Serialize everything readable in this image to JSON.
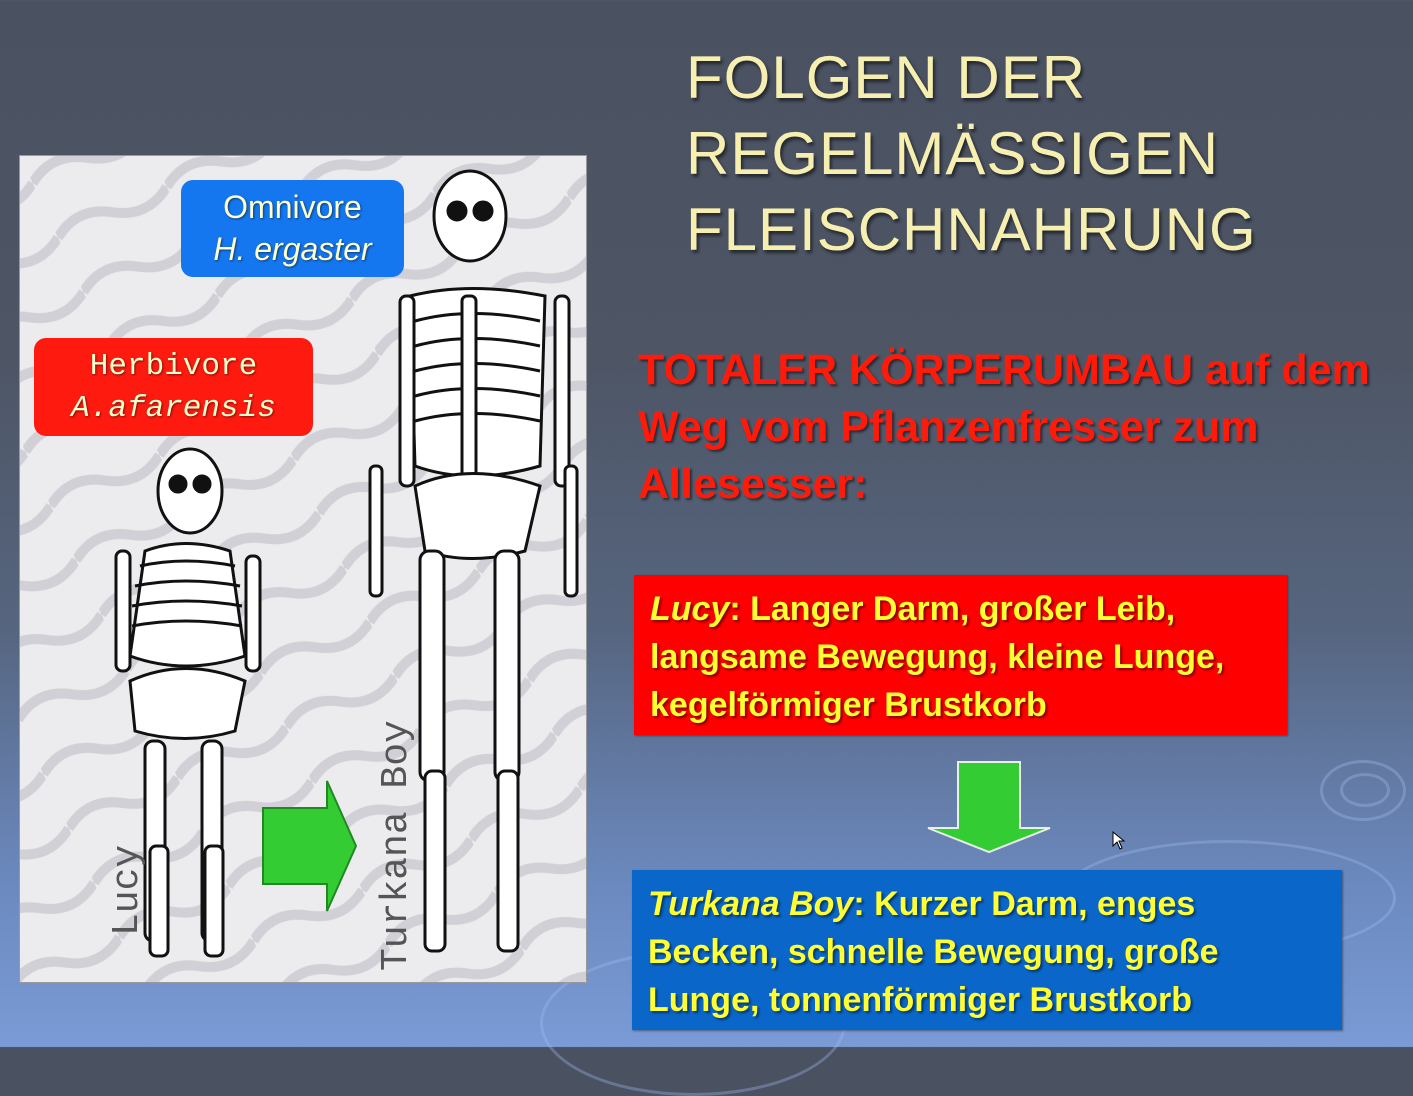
{
  "title": {
    "line1": "FOLGEN DER",
    "line2": "REGELMÄSSIGEN",
    "line3": "FLEISCHNAHRUNG"
  },
  "subtitle": "TOTALER KÖRPERUMBAU auf dem Weg vom Pflanzenfresser zum Allesesser:",
  "illustration": {
    "omnivore_tag": {
      "line1": "Omnivore",
      "line2": "H. ergaster"
    },
    "herbivore_tag": {
      "line1": "Herbivore",
      "line2": "A.afarensis"
    },
    "lucy_label": "Lucy",
    "turkana_label": "Turkana Boy"
  },
  "lucy_box": {
    "name": "Lucy",
    "text": ": Langer Darm, großer Leib, langsame Bewegung, kleine Lunge, kegelförmiger Brustkorb"
  },
  "turkana_box": {
    "name": "Turkana Boy",
    "text": ": Kurzer Darm, enges Becken, schnelle Bewegung, große Lunge, tonnenförmiger Brustkorb"
  },
  "colors": {
    "title": "#f6efb0",
    "subtitle": "#ff1a0a",
    "box_text": "#ffff33",
    "lucy_box_bg": "#ff0000",
    "turkana_box_bg": "#0a66c9",
    "arrow": "#33cc33"
  },
  "icons": [
    "green-right-arrow-icon",
    "green-down-arrow-icon",
    "mouse-pointer-icon"
  ]
}
